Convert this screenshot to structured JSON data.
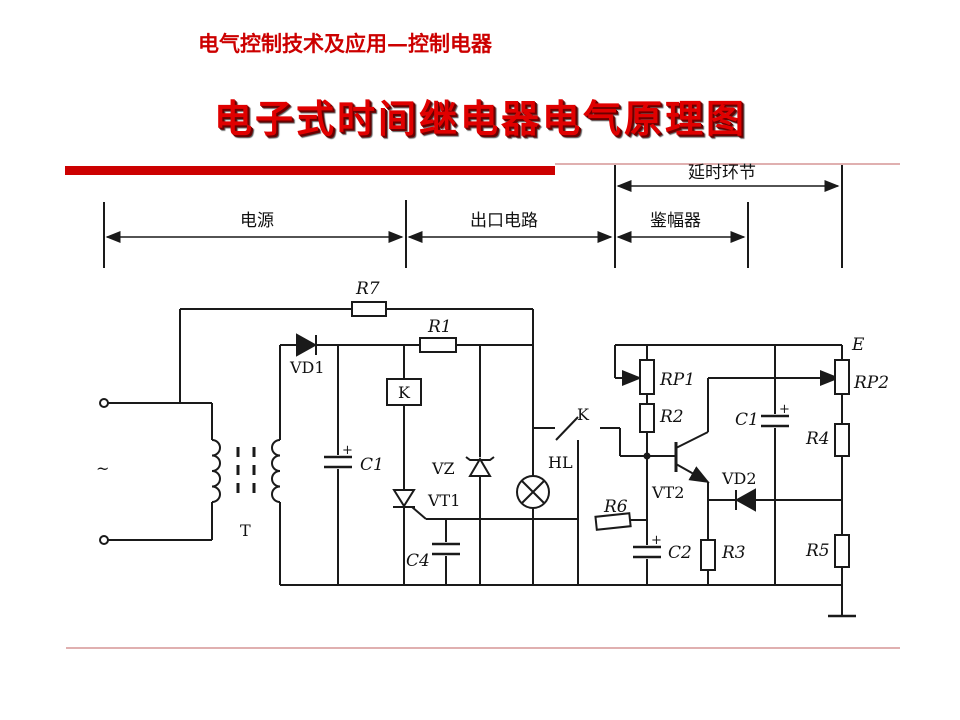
{
  "header": {
    "course_title": "电气控制技术及应用—控制电器"
  },
  "slide": {
    "title": "电子式时间继电器电气原理图"
  },
  "colors": {
    "accent": "#cc0000",
    "title": "#e00000",
    "wire": "#1a1a1a",
    "rule": "#c00000"
  },
  "sections": {
    "power": "电源",
    "output": "出口电路",
    "delay": "延时环节",
    "amplitude": "鉴幅器"
  },
  "components": {
    "R7": "R7",
    "R1": "R1",
    "R2": "R2",
    "R3": "R3",
    "R4": "R4",
    "R5": "R5",
    "R6": "R6",
    "RP1": "RP1",
    "RP2": "RP2",
    "C1_left": "C1",
    "C1_right": "C1",
    "C2": "C2",
    "C4": "C4",
    "VD1": "VD1",
    "VD2": "VD2",
    "VZ": "VZ",
    "VT1": "VT1",
    "VT2": "VT2",
    "K_coil": "K",
    "K_contact": "K",
    "HL": "HL",
    "T": "T",
    "E": "E",
    "ac": "~"
  }
}
